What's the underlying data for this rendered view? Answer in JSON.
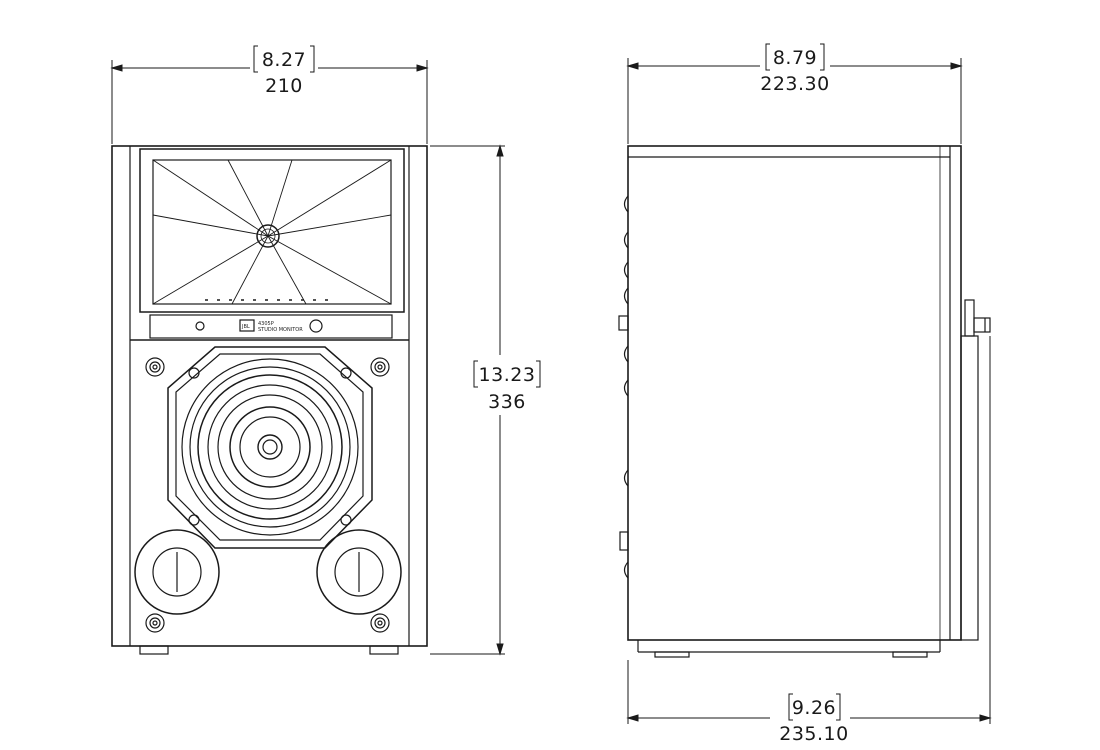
{
  "dimensions": {
    "front_width_in": "8.27",
    "front_width_mm": "210",
    "side_depth_in": "8.79",
    "side_depth_mm": "223.30",
    "height_in": "13.23",
    "height_mm": "336",
    "overall_depth_in": "9.26",
    "overall_depth_mm": "235.10"
  },
  "panel": {
    "brand_mark": "JBL",
    "fine_print": [
      "4305P",
      "STUDIO MONITOR"
    ]
  },
  "colors": {
    "line": "#1a1a1a",
    "background": "#ffffff"
  }
}
